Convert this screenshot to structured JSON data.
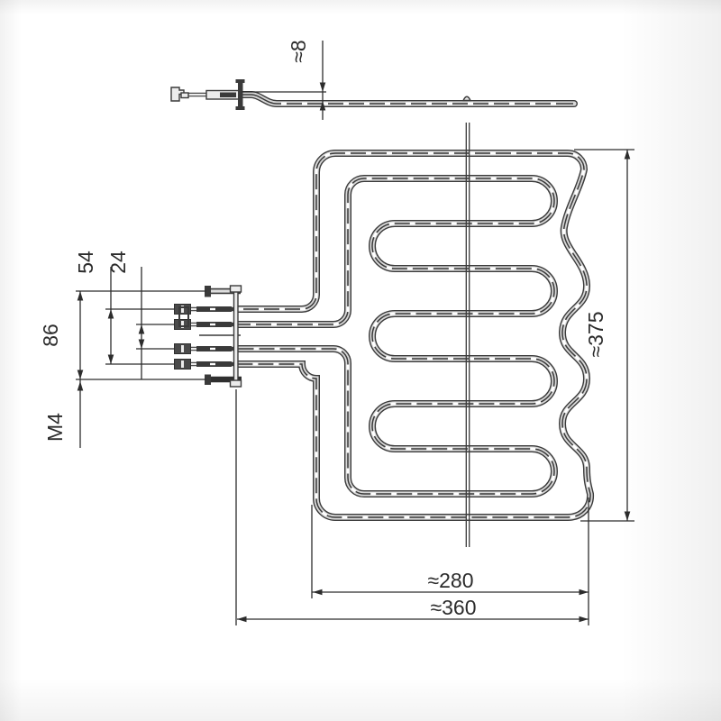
{
  "drawing": {
    "type": "technical-drawing",
    "subject": "oven-grill-heating-element",
    "views": {
      "side_view": "tube profile with terminal bracket",
      "front_view": "serpentine heating element with 4 terminals and 2 mounting studs"
    },
    "dims": {
      "tube_offset": "≈8",
      "stud_spacing": "86",
      "outer_pin_spacing": "54",
      "inner_pin_spacing": "24",
      "stud_thread": "M4",
      "element_height": "≈375",
      "element_depth": "≈280",
      "overall_depth": "≈360"
    },
    "colors": {
      "line": "#3a3a3a",
      "dimension": "#2c2c2c",
      "tube_fill": "#d7d7d7",
      "background": "#ffffff"
    }
  }
}
